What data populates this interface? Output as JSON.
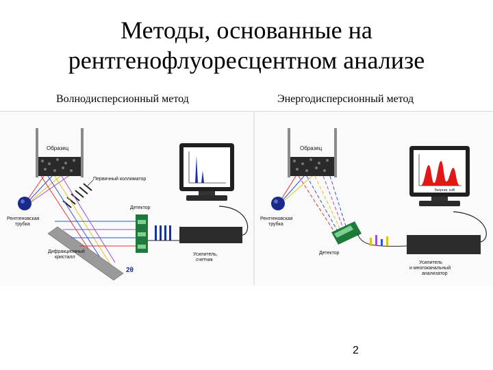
{
  "title_line1": "Методы, основанные на",
  "title_line2": "рентгенофлуоресцентном анализе",
  "left": {
    "heading": "Волнодисперсионный метод",
    "label_sample": "Образец",
    "label_collimator": "Первичный коллиматор",
    "label_tube_1": "Рентгеновская",
    "label_tube_2": "трубка",
    "label_detector": "Детектор",
    "label_crystal_1": "Дифракционный",
    "label_crystal_2": "кристалл",
    "label_angle": "2θ",
    "label_amp_1": "Усилитель,",
    "label_amp_2": "счетчик"
  },
  "right": {
    "heading": "Энергодисперсионный метод",
    "label_sample": "Образец",
    "label_tube_1": "Рентгеновская",
    "label_tube_2": "трубка",
    "label_detector": "Детектор",
    "label_amp_1": "Усилитель",
    "label_amp_2": "и многоканальный",
    "label_amp_3": "анализатор",
    "label_axis": "Энергия, кэВ"
  },
  "page_number": "2",
  "colors": {
    "tube": "#1a2a8a",
    "crystal": "#9a9a9a",
    "detector": "#1e7a3a",
    "spectrum_left": "#1530a8",
    "spectrum_right": "#e01818",
    "monitor": "#202020",
    "screen": "#ffffff"
  }
}
